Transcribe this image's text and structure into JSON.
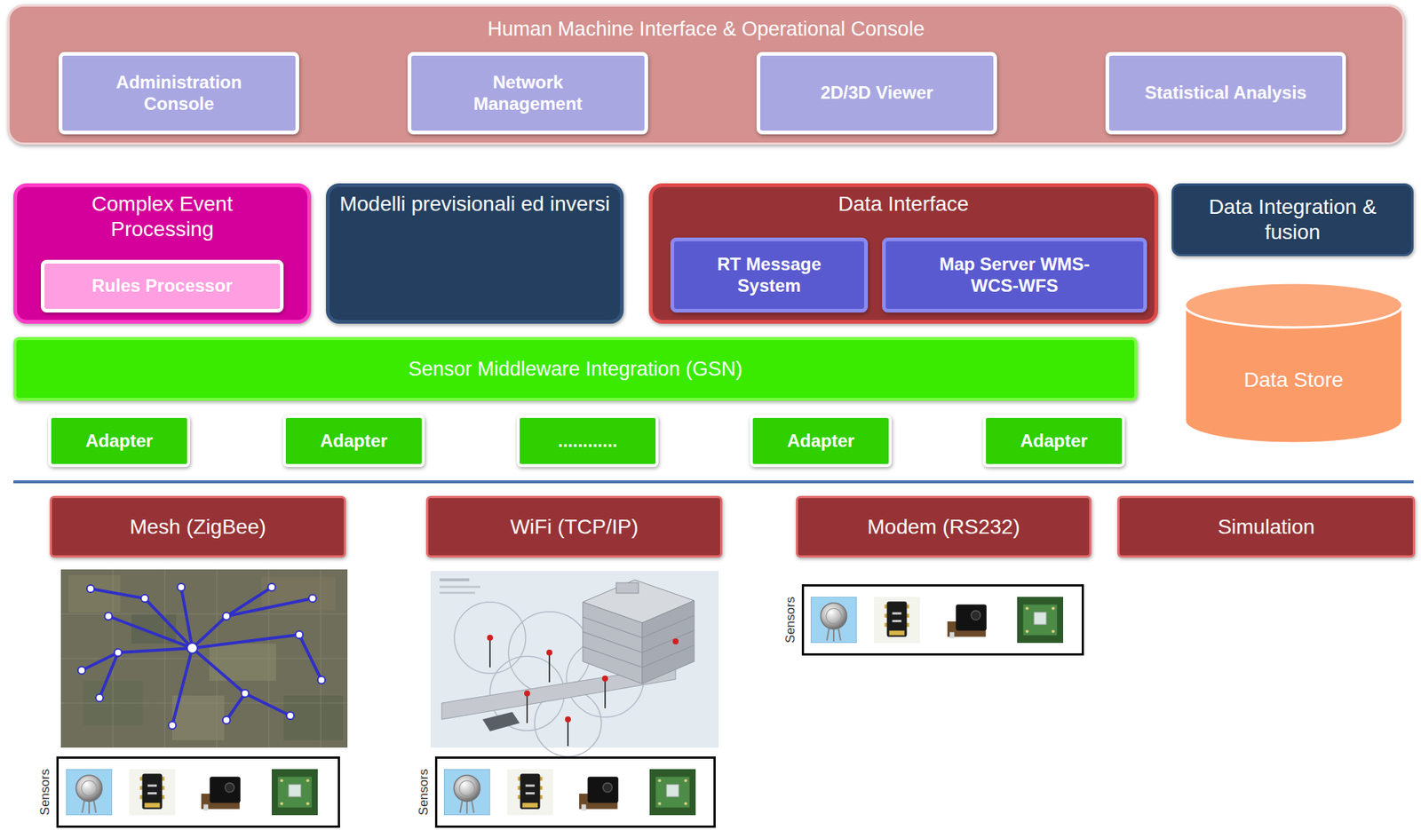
{
  "diagram": {
    "nodes": [
      {
        "text": [
          "Human Machine Interface & Operational Console"
        ]
      },
      {
        "text": [
          "Administration Console"
        ],
        "in": 0
      },
      {
        "text": [
          "Network Management"
        ],
        "in": 0
      },
      {
        "text": [
          "2D/3D Viewer"
        ],
        "in": 0
      },
      {
        "text": [
          "Statistical Analysis"
        ],
        "in": 0
      },
      {
        "text": [
          "Complex Event Processing"
        ]
      },
      {
        "text": [
          "Rules Processor"
        ],
        "in": 5
      },
      {
        "text": [
          "Modelli previsionali ed inversi"
        ]
      },
      {
        "text": [
          "Data Interface"
        ]
      },
      {
        "text": [
          "RT Message System"
        ],
        "in": 8
      },
      {
        "text": [
          "Map Server WMS-WCS-WFS"
        ],
        "in": 8
      },
      {
        "text": [
          "Data Integration & fusion"
        ]
      },
      {
        "text": [
          "Data Store"
        ]
      },
      {
        "text": [
          "Sensor Middleware Integration (GSN)"
        ]
      },
      {
        "text": [
          "Adapter"
        ]
      },
      {
        "text": [
          "Adapter"
        ]
      },
      {
        "text": [
          "............"
        ]
      },
      {
        "text": [
          "Adapter"
        ]
      },
      {
        "text": [
          "Adapter"
        ]
      },
      {
        "text": [
          "Mesh (ZigBee)"
        ]
      },
      {
        "text": [
          "WiFi (TCP/IP)"
        ]
      },
      {
        "text": [
          "Modem (RS232)"
        ]
      },
      {
        "text": [
          "Simulation"
        ]
      },
      {
        "text": [
          "Sensors"
        ]
      },
      {
        "text": [
          "Sensors"
        ]
      },
      {
        "text": [
          "Sensors"
        ]
      }
    ]
  }
}
